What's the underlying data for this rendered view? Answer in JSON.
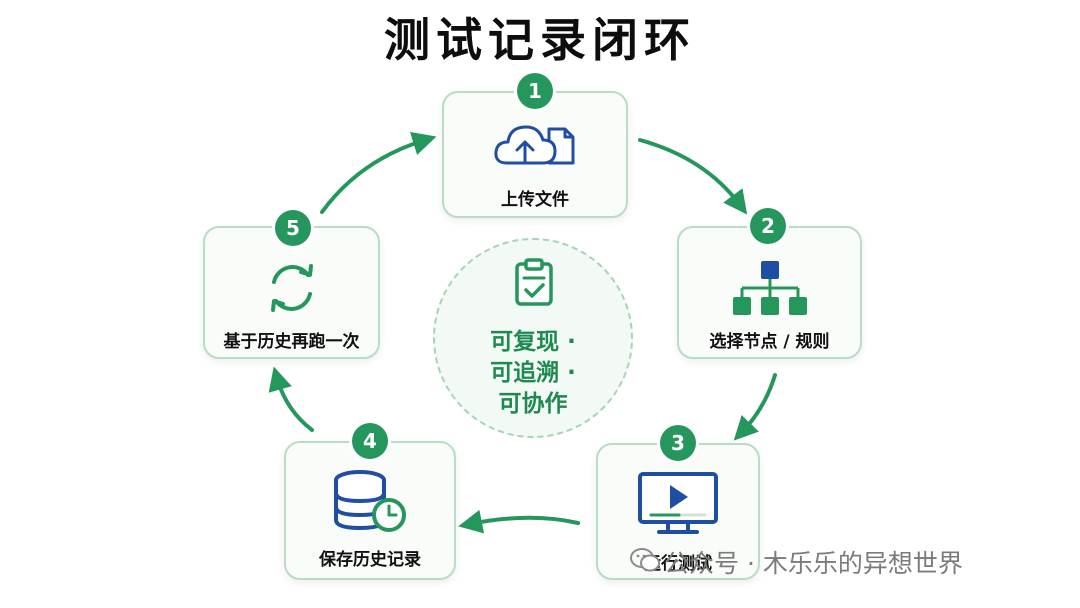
{
  "title": "测试记录闭环",
  "center": {
    "lines": [
      "可复现 ·",
      "可追溯 ·",
      "可协作"
    ],
    "icon": "clipboard-check-icon"
  },
  "steps": [
    {
      "number": "1",
      "label": "上传文件",
      "icon": "cloud-upload-file-icon"
    },
    {
      "number": "2",
      "label": "选择节点 / 规则",
      "icon": "hierarchy-tree-icon"
    },
    {
      "number": "3",
      "label": "运行测试",
      "icon": "monitor-play-icon"
    },
    {
      "number": "4",
      "label": "保存历史记录",
      "icon": "database-clock-icon"
    },
    {
      "number": "5",
      "label": "基于历史再跑一次",
      "icon": "refresh-cycle-icon"
    }
  ],
  "watermark": {
    "text": "公众号 · 木乐乐的异想世界",
    "icon": "wechat-icon"
  },
  "colors": {
    "primary_green": "#26975c",
    "icon_blue": "#1f4fa3",
    "card_border": "#b9dcc6"
  }
}
